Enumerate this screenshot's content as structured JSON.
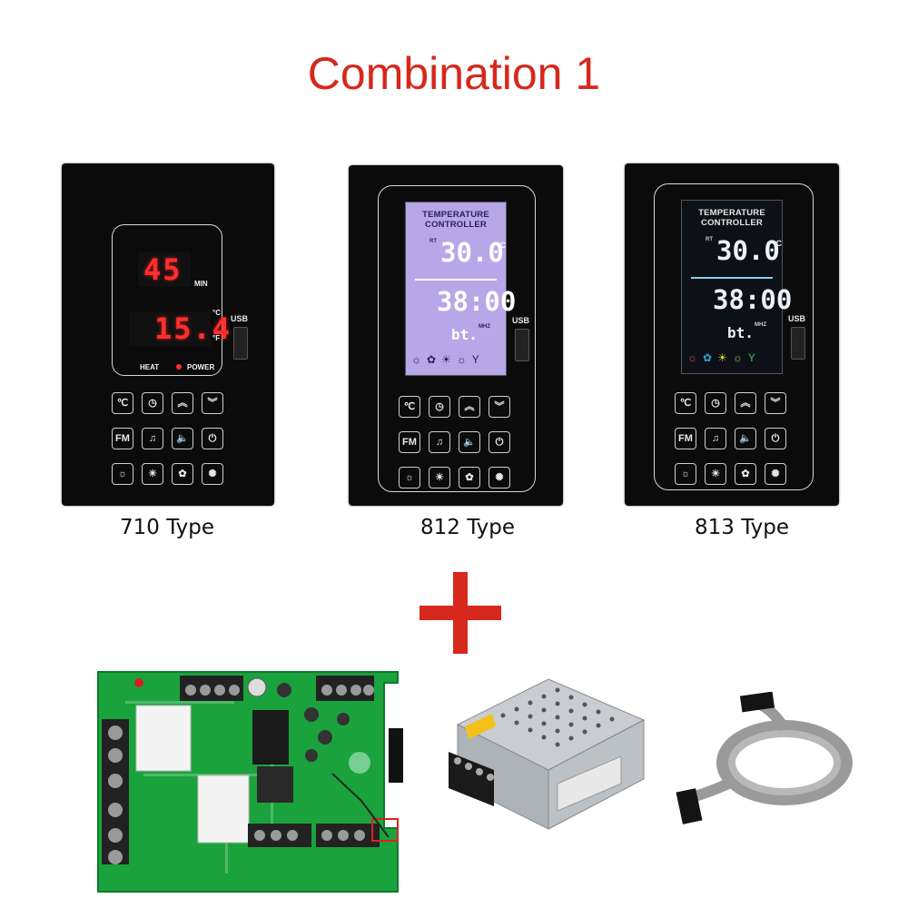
{
  "title": "Combination 1",
  "colors": {
    "title_red": "#d6281c",
    "panel_black": "#0b0b0b",
    "led_red": "#ff2e2e",
    "lcd_purple": "#b7a6e8",
    "lcd_dark": "#0d1016",
    "pcb_green": "#1aa33c"
  },
  "panels": [
    {
      "label": "710 Type",
      "display": {
        "top_value": "45",
        "top_unit": "MIN",
        "bottom_value": "15.4",
        "unit_c": "°C",
        "unit_f": "°F",
        "heat": "HEAT",
        "power": "POWER"
      },
      "usb": "USB"
    },
    {
      "label": "812 Type",
      "display": {
        "header": "TEMPERATURE CONTROLLER",
        "rt": "RT",
        "temp": "30.0",
        "deg": "°C",
        "time": "38:00",
        "track": "bt.",
        "mhz": "MHZ"
      },
      "usb": "USB"
    },
    {
      "label": "813 Type",
      "display": {
        "header": "TEMPERATURE CONTROLLER",
        "rt": "RT",
        "temp": "30.0",
        "deg": "°C",
        "time": "38:00",
        "track": "bt.",
        "mhz": "MHZ"
      },
      "usb": "USB"
    }
  ],
  "keypad": {
    "fm": "FM",
    "icons": [
      "thermometer-icon",
      "clock-icon",
      "up-icon",
      "down-icon",
      "fm-key",
      "music-icon",
      "volume-icon",
      "power-icon",
      "light-icon",
      "bulb-icon",
      "fan-icon",
      "lamp-icon"
    ]
  }
}
